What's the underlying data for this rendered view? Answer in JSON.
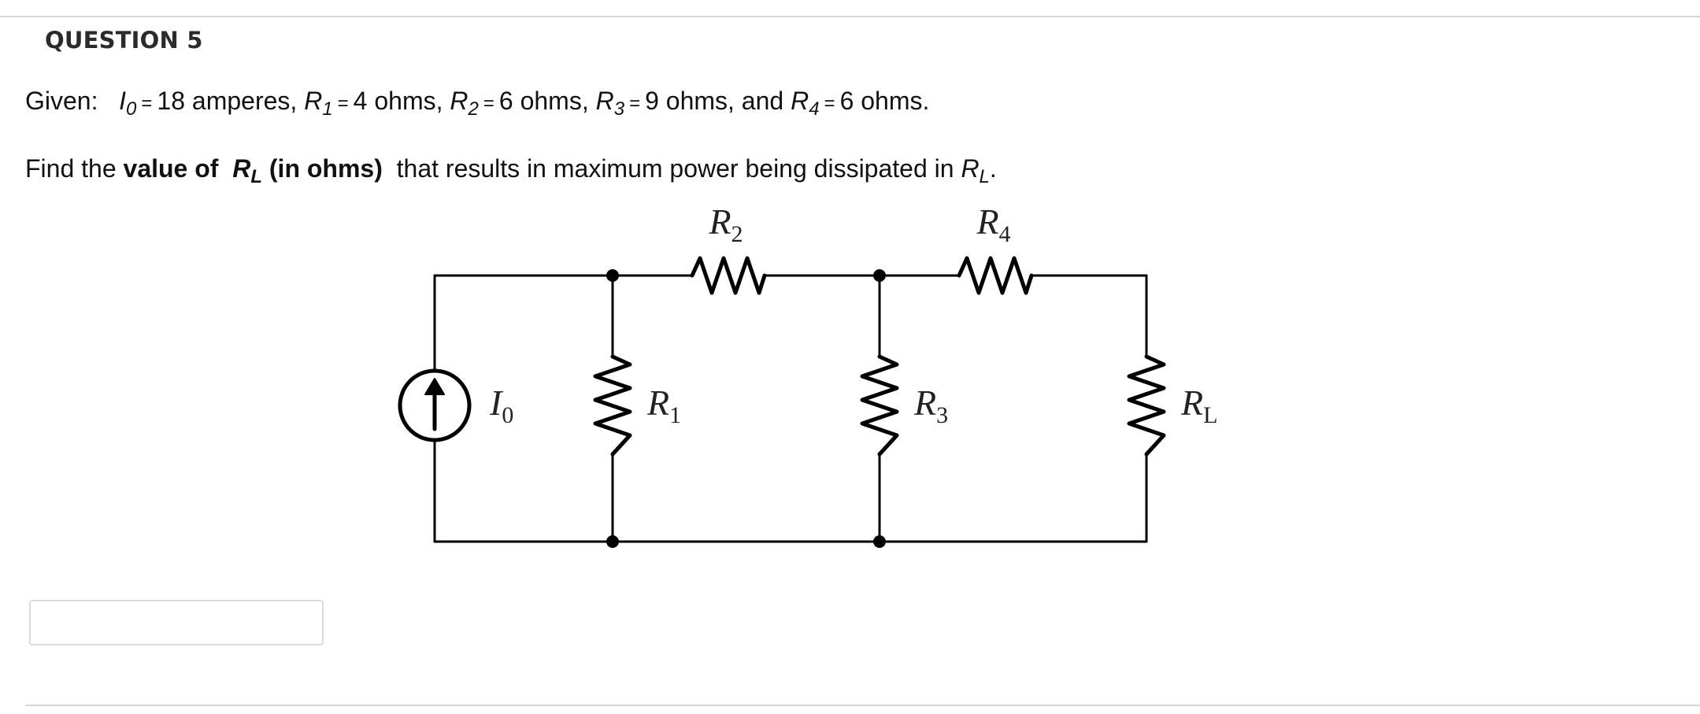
{
  "question": {
    "title": "QUESTION 5"
  },
  "given": {
    "prefix": "Given:",
    "I0": {
      "sym": "I",
      "sub": "0",
      "value": "18 amperes,"
    },
    "R1": {
      "sym": "R",
      "sub": "1",
      "value": "4 ohms,"
    },
    "R2": {
      "sym": "R",
      "sub": "2",
      "value": "6 ohms,"
    },
    "R3": {
      "sym": "R",
      "sub": "3",
      "value": "9 ohms, and"
    },
    "R4": {
      "sym": "R",
      "sub": "4",
      "value": "6 ohms."
    },
    "equals": "="
  },
  "find": {
    "prefix": "Find the",
    "bold_prefix": "value of",
    "bold_sym": "R",
    "bold_sub": "L",
    "bold_suffix": "(in ohms)",
    "middle": "that results in maximum power being dissipated in",
    "end_sym": "R",
    "end_sub": "L",
    "end": "."
  },
  "circuit": {
    "labels": {
      "R2": {
        "sym": "R",
        "sub": "2"
      },
      "R4": {
        "sym": "R",
        "sub": "4"
      },
      "I0": {
        "sym": "I",
        "sub": "0"
      },
      "R1": {
        "sym": "R",
        "sub": "1"
      },
      "R3": {
        "sym": "R",
        "sub": "3"
      },
      "RL": {
        "sym": "R",
        "sub": "L"
      }
    }
  },
  "answer": {
    "value": "",
    "placeholder": ""
  }
}
